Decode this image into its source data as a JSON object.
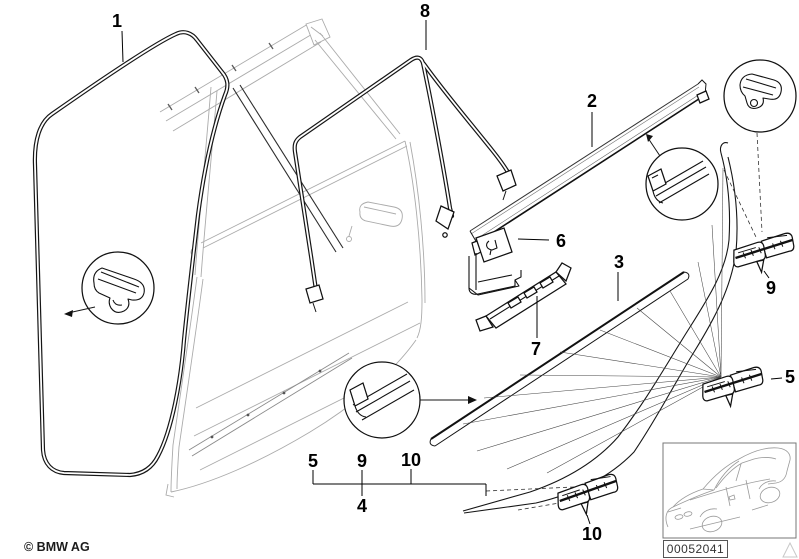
{
  "diagram": {
    "callouts": {
      "door_seal": "1",
      "upper_strip": "2",
      "lower_strip": "3",
      "channel_cover": "6",
      "sill_strip": "7",
      "window_guide": "8",
      "clip_top": "9",
      "clip_mid": "5",
      "clip_bottom": "10",
      "group": {
        "first": "5",
        "second": "9",
        "third": "10",
        "assembly": "4"
      }
    },
    "footer": {
      "copyright": "© BMW AG"
    },
    "thumbnail": {
      "part_number": "00052041"
    }
  }
}
